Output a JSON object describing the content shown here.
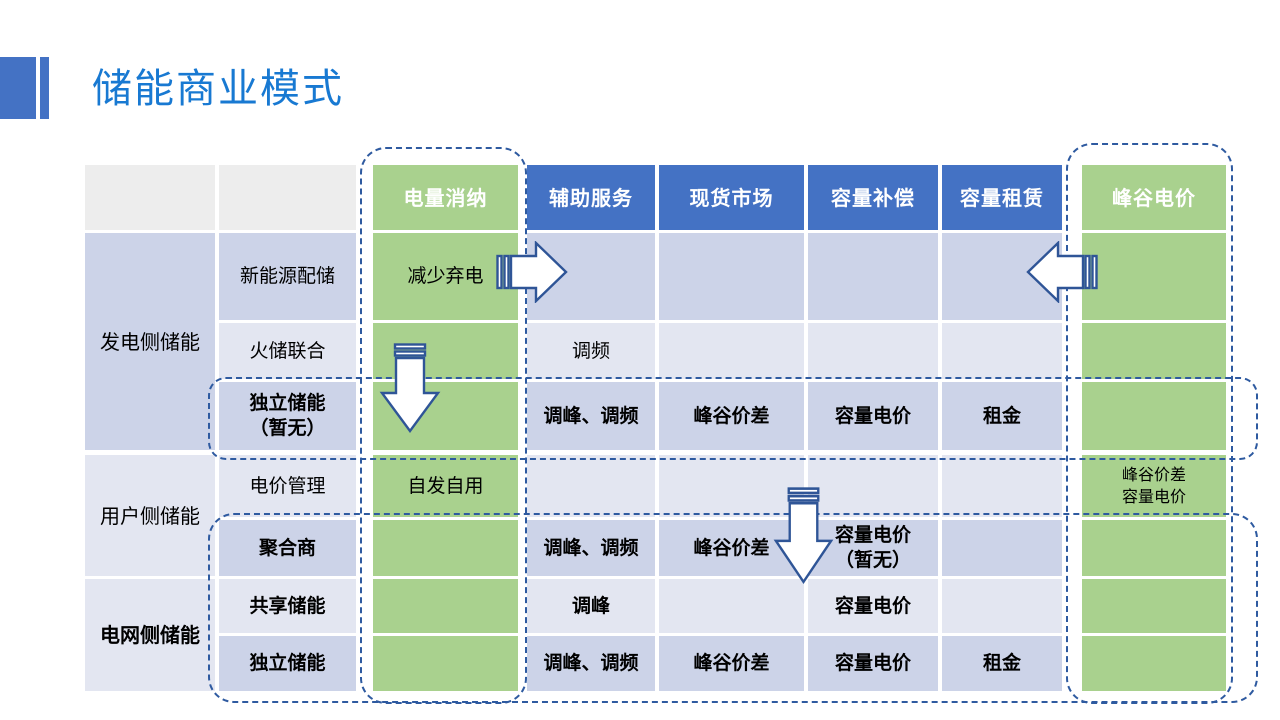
{
  "slide": {
    "title": "储能商业模式"
  },
  "colors": {
    "title_blue": "#1879D2",
    "accent_blue": "#4472C4",
    "header_blue": "#4472C4",
    "green": "#A9D18E",
    "row_dark": "#CCD3E8",
    "row_light": "#E3E6F1",
    "corner_gray": "#EDEDED",
    "dash_blue": "#2E5AA0",
    "arrow_outline": "#2F5597",
    "arrow_fill": "#FFFFFF",
    "text_black": "#000000",
    "header_text_white": "#FFFFFF"
  },
  "table": {
    "columns": [
      {
        "label": "电量消纳",
        "accent": "green"
      },
      {
        "label": "辅助服务",
        "accent": "blue"
      },
      {
        "label": "现货市场",
        "accent": "blue"
      },
      {
        "label": "容量补偿",
        "accent": "blue"
      },
      {
        "label": "容量租赁",
        "accent": "blue"
      },
      {
        "label": "峰谷电价",
        "accent": "green"
      }
    ],
    "groups": [
      {
        "label": "发电侧储能",
        "bold": false
      },
      {
        "label": "用户侧储能",
        "bold": false
      },
      {
        "label": "电网侧储能",
        "bold": true
      }
    ],
    "rows": [
      {
        "label": "新能源配储",
        "bold": false,
        "group": 0,
        "cells": {
          "c1": "减少弃电"
        }
      },
      {
        "label": "火储联合",
        "bold": false,
        "group": 0,
        "cells": {
          "c2": "调频"
        }
      },
      {
        "label": "独立储能\n（暂无）",
        "bold": true,
        "group": 0,
        "cells": {
          "c2": "调峰、调频",
          "c3": "峰谷价差",
          "c4": "容量电价",
          "c5": "租金"
        }
      },
      {
        "label": "电价管理",
        "bold": false,
        "group": 1,
        "cells": {
          "c1": "自发自用",
          "c6": "峰谷价差\n容量电价"
        },
        "small_cells": [
          "c6"
        ]
      },
      {
        "label": "聚合商",
        "bold": true,
        "group": 1,
        "cells": {
          "c2": "调峰、调频",
          "c3": "峰谷价差",
          "c4": "容量电价\n（暂无）"
        }
      },
      {
        "label": "共享储能",
        "bold": true,
        "group": 2,
        "cells": {
          "c2": "调峰",
          "c4": "容量电价"
        }
      },
      {
        "label": "独立储能",
        "bold": true,
        "group": 2,
        "cells": {
          "c2": "调峰、调频",
          "c3": "峰谷价差",
          "c4": "容量电价",
          "c5": "租金"
        }
      }
    ]
  },
  "annotations": {
    "highlight_boxes": [
      {
        "id": "highlight-box-column-dianliangxiaona",
        "around": "电量消纳列"
      },
      {
        "id": "highlight-box-column-fenggudianjia",
        "around": "峰谷电价列"
      },
      {
        "id": "highlight-box-row-duli-chuneng",
        "around": "独立储能（暂无）行"
      },
      {
        "id": "highlight-box-rows-bottom",
        "around": "聚合商 / 共享储能 / 独立储能行"
      }
    ],
    "arrows": [
      {
        "id": "striped-right-arrow",
        "direction": "right"
      },
      {
        "id": "striped-left-arrow",
        "direction": "left"
      },
      {
        "id": "striped-down-arrow-1",
        "direction": "down"
      },
      {
        "id": "striped-down-arrow-2",
        "direction": "down"
      }
    ]
  }
}
